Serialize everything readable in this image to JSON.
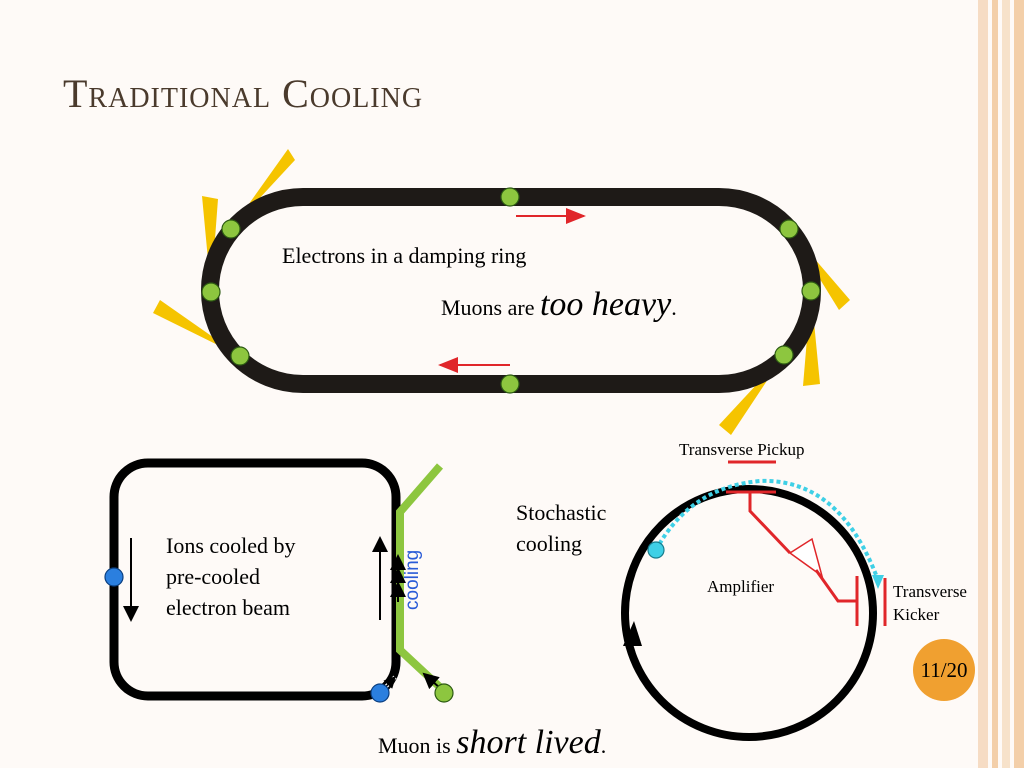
{
  "slide": {
    "title": "Traditional Cooling",
    "page_number": "11/20"
  },
  "damping_ring": {
    "caption": "Electrons in a damping ring",
    "note_prefix": "Muons are ",
    "note_emphasis": "too heavy",
    "note_suffix": "."
  },
  "electron_cooling": {
    "caption_lines": [
      "Ions cooled by",
      "pre-cooled",
      "electron beam"
    ],
    "beam_label": "cooling"
  },
  "stochastic_cooling": {
    "caption_lines": [
      "Stochastic",
      "cooling"
    ],
    "pickup_label": "Transverse Pickup",
    "amplifier_label": "Amplifier",
    "kicker_label_lines": [
      "Transverse",
      "Kicker"
    ]
  },
  "footer": {
    "note_prefix": "Muon is ",
    "note_emphasis": "short lived",
    "note_suffix": "."
  },
  "colors": {
    "background": "#fefaf7",
    "title": "#4a3a2c",
    "ring": "#1e1a17",
    "synchrotron_light": "#f5c400",
    "green_node": "#8dc63f",
    "blue_node": "#2b7fdf",
    "cyan_node": "#3fd0e6",
    "arrow_red": "#e0262a",
    "cooling_text": "#2a5bd7",
    "page_badge": "#f0a030"
  }
}
